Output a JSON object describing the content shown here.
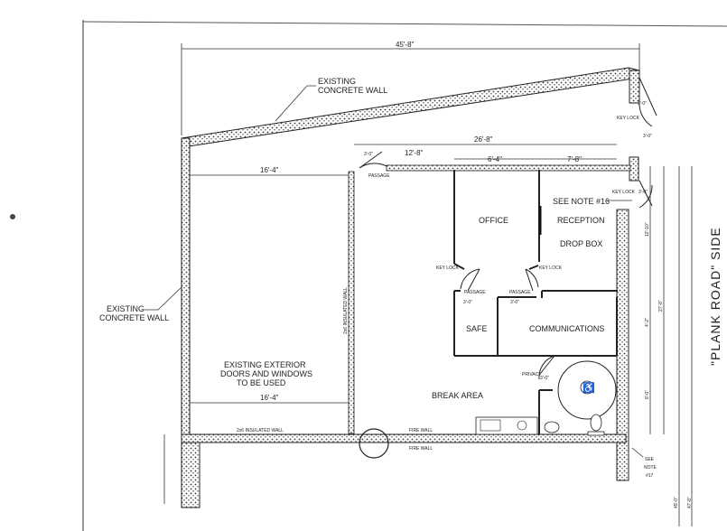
{
  "plan": {
    "side_label": "\"PLANK ROAD\" SIDE",
    "dimensions": {
      "overall_width": "45'-8\"",
      "interior_width": "26'-8\"",
      "left_segment": "12'-8\"",
      "office_width": "6'-4\"",
      "reception_width": "7'-8\"",
      "upper_room_width": "16'-4\"",
      "lower_room_width": "16'-4\"",
      "door_1": "3'-0\"",
      "door_2": "3'-0\"",
      "door_3": "3'-0\"",
      "door_4": "3'-0\"",
      "door_5": "3'-0\"",
      "door_6": "3'-0\"",
      "door_7": "3'-0\"",
      "right_a": "12'-10\"",
      "right_b": "27'-8\"",
      "right_c": "4'-2\"",
      "right_d": "8'-0\"",
      "right_e": "45'-0\"",
      "right_f": "47'-8\""
    },
    "rooms": {
      "office": "OFFICE",
      "reception": "RECEPTION",
      "drop_box": "DROP BOX",
      "safe": "SAFE",
      "communications": "COMMUNICATIONS",
      "break_area": "BREAK AREA"
    },
    "notes": {
      "existing_concrete_wall_top_1": "EXISTING",
      "existing_concrete_wall_top_2": "CONCRETE WALL",
      "existing_concrete_wall_left_1": "EXISTING",
      "existing_concrete_wall_left_2": "CONCRETE WALL",
      "existing_doors_1": "EXISTING EXTERIOR",
      "existing_doors_2": "DOORS AND WINDOWS",
      "existing_doors_3": "TO BE USED",
      "see_note_16": "SEE NOTE #16",
      "see_note_17_1": "SEE",
      "see_note_17_2": "NOTE",
      "see_note_17_3": "#17",
      "insulated_wall_vertical": "2x6 INSULATED WALL",
      "insulated_wall_horizontal": "2x6 INSULATED WALL",
      "fire_wall_1": "FIRE WALL",
      "fire_wall_2": "FIRE WALL"
    },
    "door_hardware": {
      "passage_1": "PASSAGE",
      "passage_2": "PASSAGE",
      "passage_3": "PASSAGE",
      "privacy": "PRIVACY",
      "key_lock_1": "KEY LOCK",
      "key_lock_2": "KEY LOCK",
      "key_lock_3": "KEY LOCK",
      "key_lock_4": "KEY LOCK"
    },
    "icons": {
      "accessibility": "accessibility-icon",
      "toilet": "toilet-icon",
      "sink": "sink-icon"
    }
  }
}
